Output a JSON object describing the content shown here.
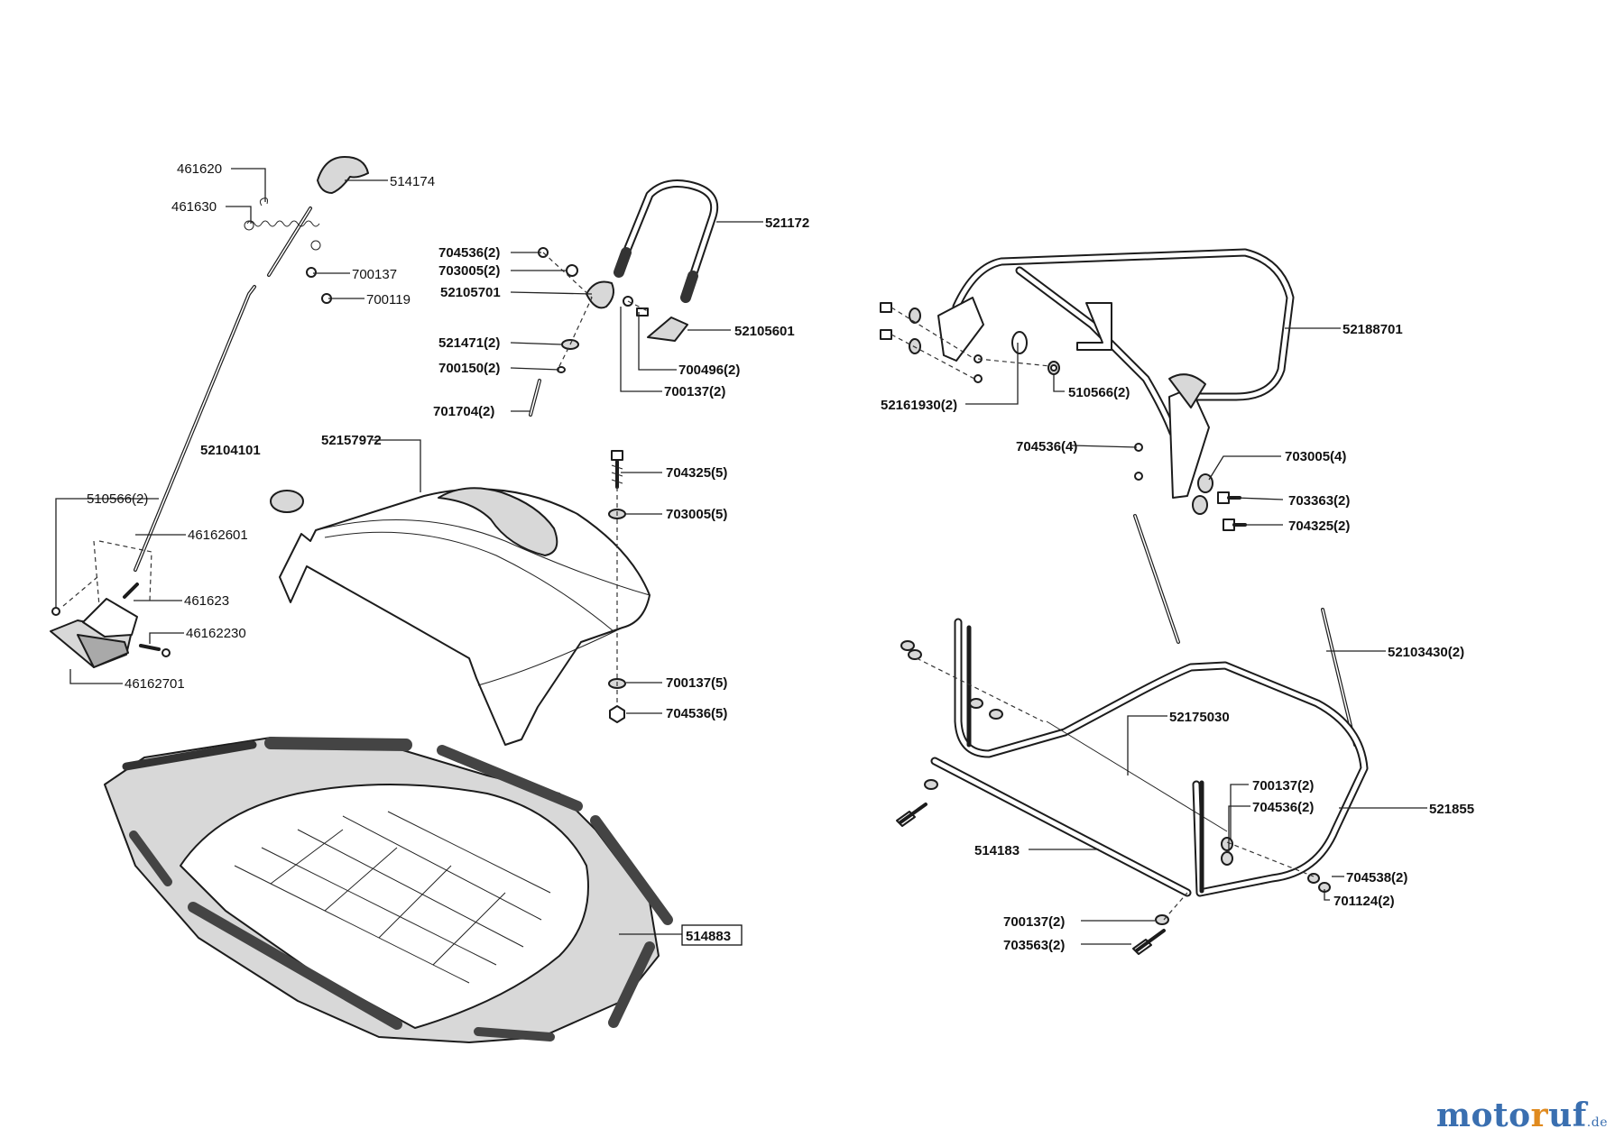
{
  "labels": {
    "p461620": "461620",
    "p461630": "461630",
    "p514174": "514174",
    "p700137": "700137",
    "p700119": "700119",
    "p510566_2": "510566(2)",
    "p46162601": "46162601",
    "p461623": "461623",
    "p46162230": "46162230",
    "p46162701": "46162701",
    "p704536_2a": "704536(2)",
    "p703005_2": "703005(2)",
    "p52105701": "52105701",
    "p521172": "521172",
    "p52105601": "52105601",
    "p521471_2": "521471(2)",
    "p700150_2": "700150(2)",
    "p700496_2": "700496(2)",
    "p700137_2a": "700137(2)",
    "p701704_2": "701704(2)",
    "p52104101": "52104101",
    "p52157972": "52157972",
    "p704325_5": "704325(5)",
    "p703005_5": "703005(5)",
    "p700137_5": "700137(5)",
    "p704536_5": "704536(5)",
    "p514883": "514883",
    "p52188701": "52188701",
    "p52161930_2": "52161930(2)",
    "p510566_2b": "510566(2)",
    "p704536_4": "704536(4)",
    "p703005_4": "703005(4)",
    "p703363_2": "703363(2)",
    "p704325_2": "704325(2)",
    "p52103430_2": "52103430(2)",
    "p52175030": "52175030",
    "p521855": "521855",
    "p700137_2b": "700137(2)",
    "p704536_2b": "704536(2)",
    "p514183": "514183",
    "p704538_2": "704538(2)",
    "p701124_2": "701124(2)",
    "p700137_2c": "700137(2)",
    "p703563_2": "703563(2)"
  },
  "watermark": {
    "part1": "moto",
    "part2": "r",
    "part3": "uf",
    "suffix": ".de"
  }
}
